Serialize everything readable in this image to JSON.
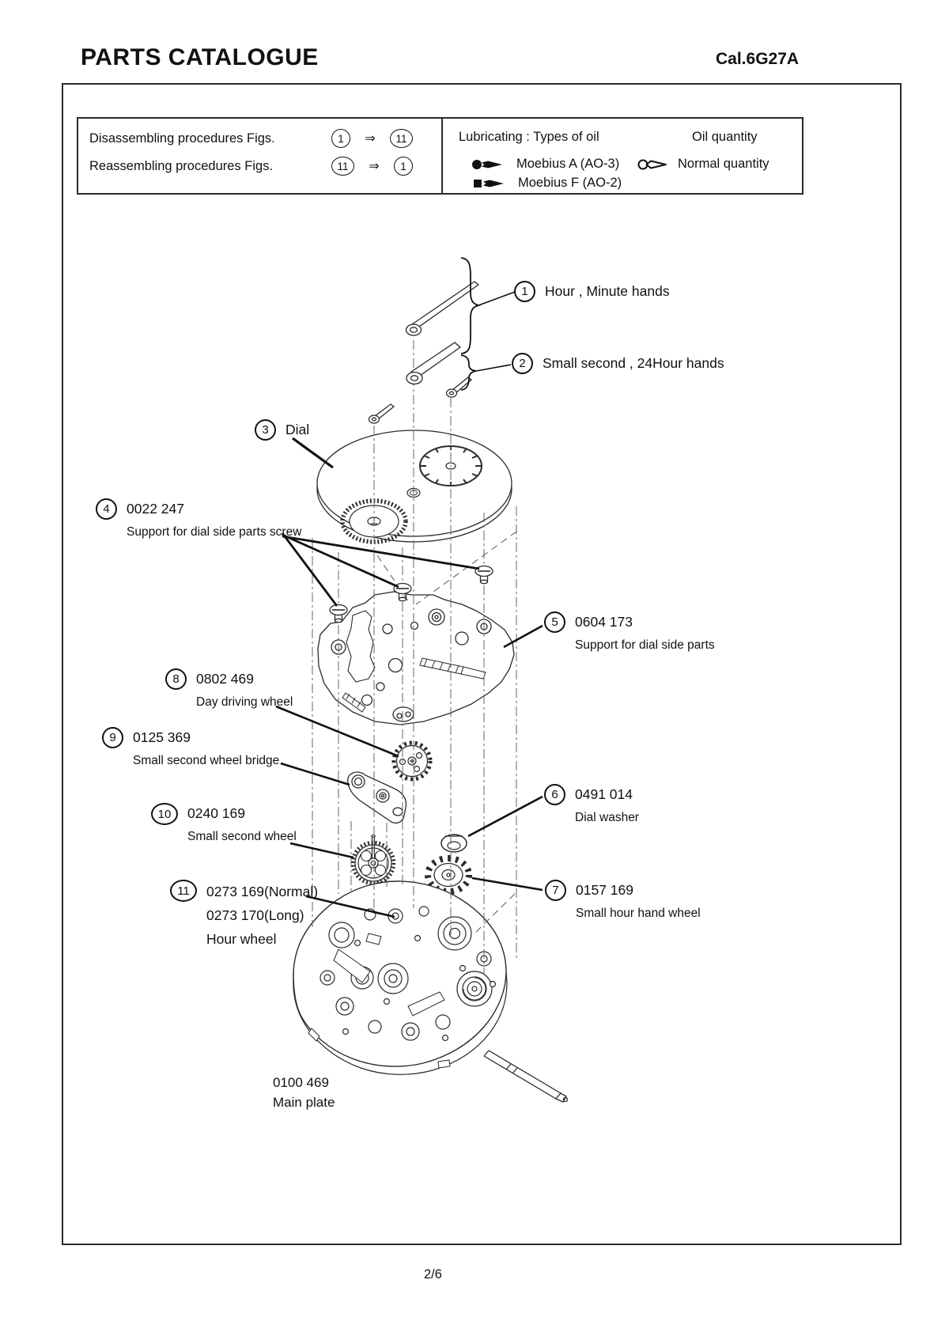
{
  "page": {
    "title": "PARTS CATALOGUE",
    "caliber": "Cal.6G27A",
    "page_number": "2/6"
  },
  "procedures": {
    "disassembling_label": "Disassembling procedures Figs.",
    "disassembling_from": "1",
    "disassembling_to": "11",
    "reassembling_label": "Reassembling procedures Figs.",
    "reassembling_from": "11",
    "reassembling_to": "1",
    "arrow": "⇒"
  },
  "lubrication": {
    "title": "Lubricating : Types of oil",
    "quantity_header": "Oil quantity",
    "oils": [
      {
        "icon": "oil-moebius-a-icon",
        "name": "Moebius A (AO-3)"
      },
      {
        "icon": "oil-moebius-f-icon",
        "name": "Moebius F (AO-2)"
      }
    ],
    "quantity_value": "Normal quantity"
  },
  "callouts": [
    {
      "num": "1",
      "line1": "Hour , Minute hands"
    },
    {
      "num": "2",
      "line1": "Small second , 24Hour hands"
    },
    {
      "num": "3",
      "line1": "Dial"
    },
    {
      "num": "4",
      "line1": "0022 247",
      "line2": "Support for dial side parts screw"
    },
    {
      "num": "5",
      "line1": "0604 173",
      "line2": "Support for dial side parts"
    },
    {
      "num": "6",
      "line1": "0491 014",
      "line2": "Dial washer"
    },
    {
      "num": "7",
      "line1": "0157 169",
      "line2": "Small hour hand wheel"
    },
    {
      "num": "8",
      "line1": "0802 469",
      "line2": "Day driving wheel"
    },
    {
      "num": "9",
      "line1": "0125 369",
      "line2": "Small second wheel bridge"
    },
    {
      "num": "10",
      "line1": "0240 169",
      "line2": "Small second wheel"
    },
    {
      "num": "11",
      "line1": "0273 169(Normal)",
      "line2": "0273 170(Long)",
      "line3": "Hour wheel"
    }
  ],
  "main_plate_label": {
    "line1": "0100 469",
    "line2": "Main plate"
  },
  "colors": {
    "ink": "#111111",
    "line": "#2b2b2b",
    "guide": "#666666"
  }
}
